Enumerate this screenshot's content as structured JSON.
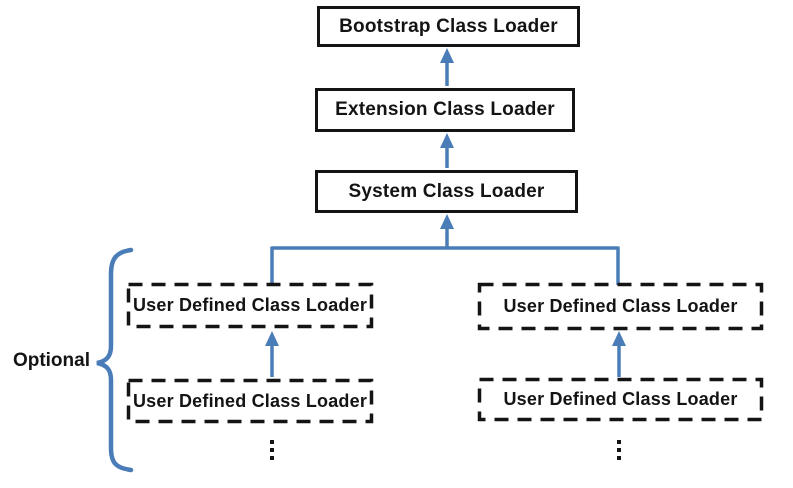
{
  "diagram": {
    "type": "hierarchy",
    "optional_label": "Optional",
    "nodes": {
      "bootstrap": {
        "label": "Bootstrap Class Loader",
        "border": "solid"
      },
      "extension": {
        "label": "Extension Class Loader",
        "border": "solid"
      },
      "system": {
        "label": "System Class Loader",
        "border": "solid"
      },
      "user_top_left": {
        "label": "User Defined Class Loader",
        "border": "dashed"
      },
      "user_top_right": {
        "label": "User Defined Class Loader",
        "border": "dashed"
      },
      "user_bottom_left": {
        "label": "User Defined Class Loader",
        "border": "dashed"
      },
      "user_bottom_right": {
        "label": "User Defined Class Loader",
        "border": "dashed"
      }
    },
    "edges": [
      {
        "from": "extension",
        "to": "bootstrap",
        "arrow": "up"
      },
      {
        "from": "system",
        "to": "extension",
        "arrow": "up"
      },
      {
        "from": "user_defined_branch",
        "to": "system",
        "arrow": "up"
      },
      {
        "from": "user_bottom_left",
        "to": "user_top_left",
        "arrow": "up"
      },
      {
        "from": "user_bottom_right",
        "to": "user_top_right",
        "arrow": "up"
      }
    ],
    "continuation_icon": "vertical-ellipsis",
    "colors": {
      "connector": "#4a7db8",
      "border": "#141414",
      "text": "#141414",
      "background": "#ffffff"
    }
  }
}
